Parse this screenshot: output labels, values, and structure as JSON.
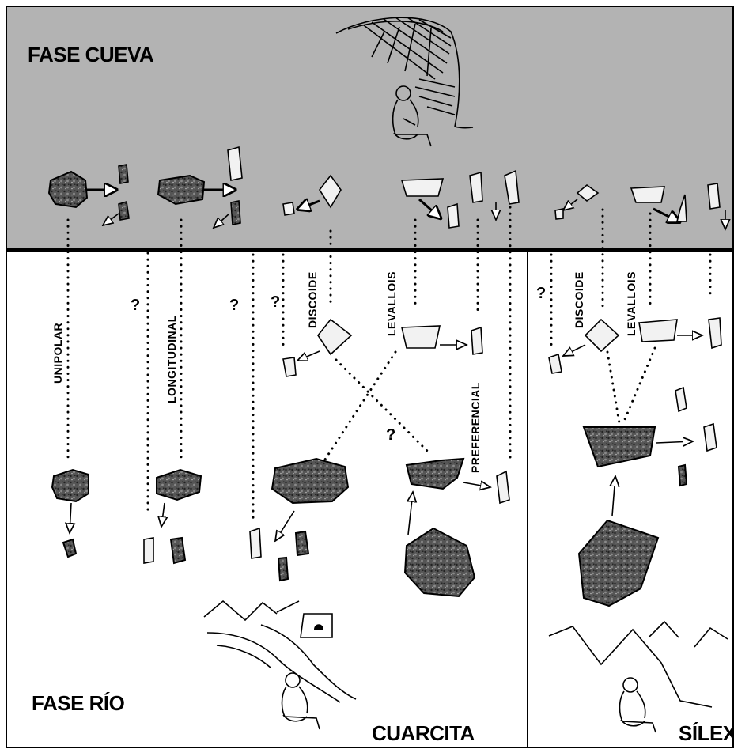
{
  "phases": {
    "cave": "FASE CUEVA",
    "river": "FASE RÍO"
  },
  "raw_materials": {
    "quartzite": "CUARCITA",
    "flint": "SÍLEX"
  },
  "methods": {
    "unipolar": "UNIPOLAR",
    "longitudinal": "LONGITUDINAL",
    "discoide_q": "DISCOIDE",
    "levallois_q": "LEVALLOIS",
    "preferencial": "PREFERENCIAL",
    "discoide_s": "DISCOIDE",
    "levallois_s": "LEVALLOIS"
  },
  "unknown_marks": [
    "?",
    "?",
    "?",
    "?",
    "?"
  ],
  "colors": {
    "cave_band": "#b3b3b3",
    "frame": "#000000",
    "background": "#ffffff"
  },
  "icons": [
    "cave-icon",
    "knapper-icon",
    "core-icon",
    "flake-icon",
    "mountain-icon",
    "river-icon"
  ]
}
